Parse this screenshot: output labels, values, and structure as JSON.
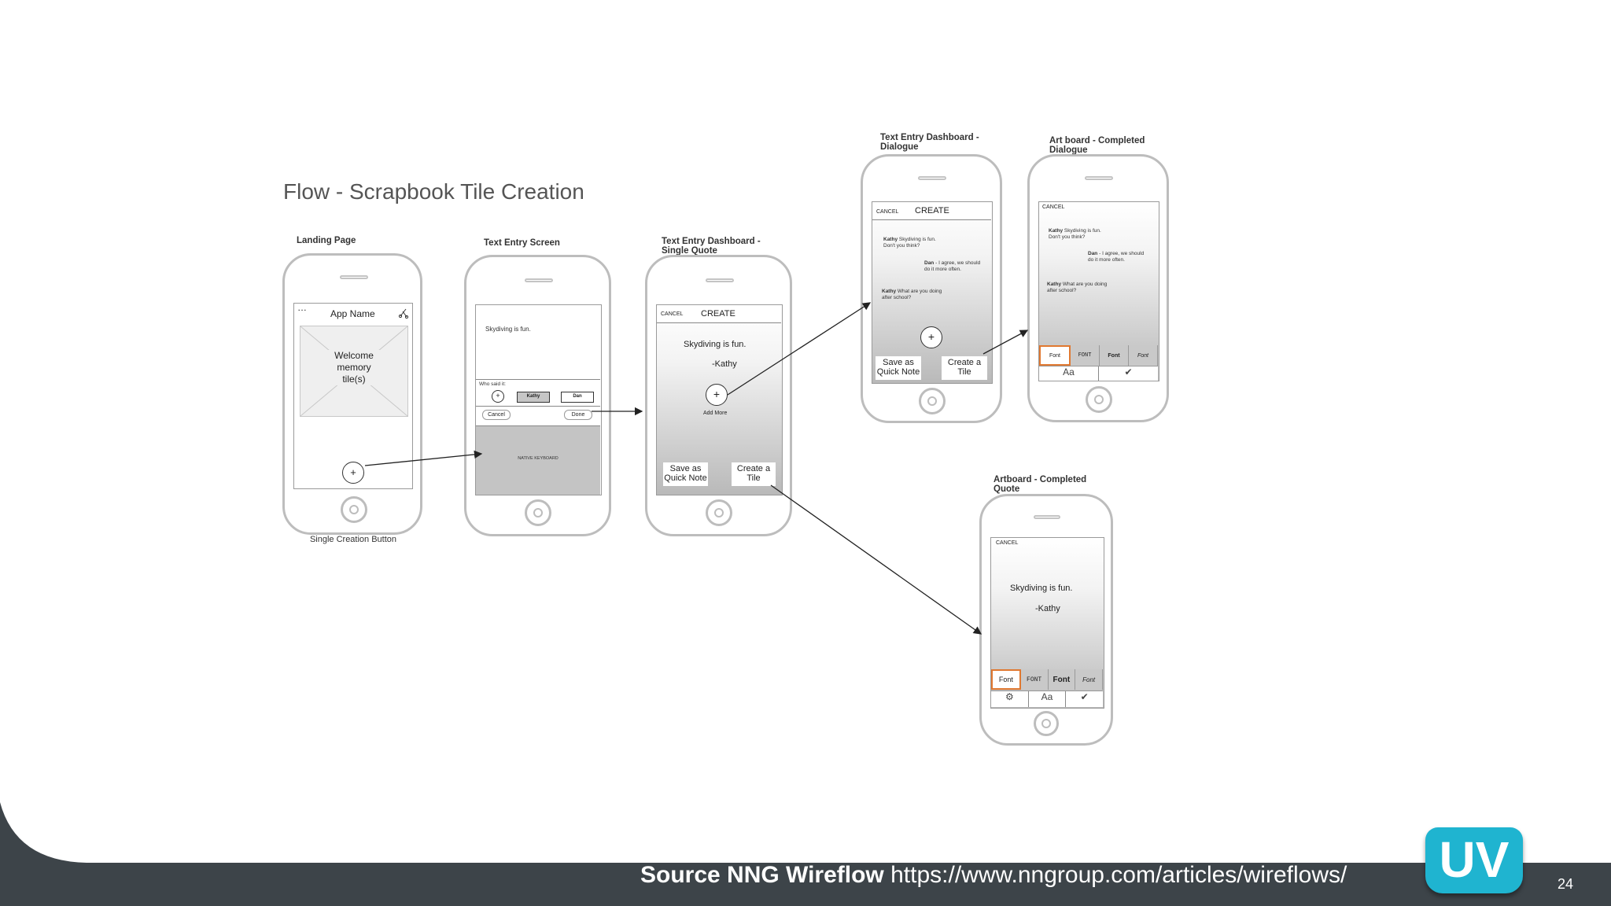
{
  "slide": {
    "title": "Flow - Scrapbook Tile Creation",
    "source_label": "Source NNG Wireflow",
    "source_url": "https://www.nngroup.com/articles/wireflows/",
    "page_number": "24",
    "logo_text": "UV",
    "colors": {
      "footer": "#3d4449",
      "logo": "#1fb4d0",
      "highlight": "#e07830"
    }
  },
  "landing": {
    "label": "Landing Page",
    "menu": "…",
    "app_name": "App Name",
    "placeholder": "Welcome memory tile(s)",
    "plus": "+",
    "caption": "Single Creation Button"
  },
  "text_entry": {
    "label": "Text Entry Screen",
    "text": "Skydiving is fun.",
    "who_said": "Who said it:",
    "plus": "+",
    "kathy": "Kathy",
    "dan": "Dan",
    "cancel": "Cancel",
    "done": "Done",
    "keyboard": "NATIVE KEYBOARD"
  },
  "single_quote": {
    "label": "Text Entry Dashboard - Single Quote",
    "cancel": "CANCEL",
    "create": "CREATE",
    "quote": "Skydiving is fun.",
    "author": "-Kathy",
    "plus": "+",
    "add_more": "Add More",
    "save_line1": "Save as",
    "save_line2": "Quick Note",
    "create_line1": "Create a",
    "create_line2": "Tile"
  },
  "dialogue": {
    "label": "Text Entry Dashboard - Dialogue",
    "cancel": "CANCEL",
    "create": "CREATE",
    "line1_name": "Kathy",
    "line1_text": "Skydiving is fun. Don't you think?",
    "line2_name": "Dan",
    "line2_text": "- I agree, we should do it more often.",
    "line3_name": "Kathy",
    "line3_text": "What are you doing after school?",
    "plus": "+",
    "save_line1": "Save as",
    "save_line2": "Quick Note",
    "create_line1": "Create a",
    "create_line2": "Tile"
  },
  "artboard_dialogue": {
    "label": "Art board - Completed Dialogue",
    "cancel": "CANCEL",
    "line1_name": "Kathy",
    "line1_text": "Skydiving is fun. Don't you think?",
    "line2_name": "Dan",
    "line2_text": "- I agree, we should do it more often.",
    "line3_name": "Kathy",
    "line3_text": "What are you doing after school?",
    "fonts": [
      "Font",
      "FONT",
      "Font",
      "Font"
    ],
    "aa": "Aa",
    "check": "✔"
  },
  "artboard_quote": {
    "label": "Artboard - Completed Quote",
    "cancel": "CANCEL",
    "quote": "Skydiving is fun.",
    "author": "-Kathy",
    "fonts": [
      "Font",
      "FONT",
      "Font",
      "Font"
    ],
    "settings": "⚙",
    "aa": "Aa",
    "check": "✔"
  }
}
